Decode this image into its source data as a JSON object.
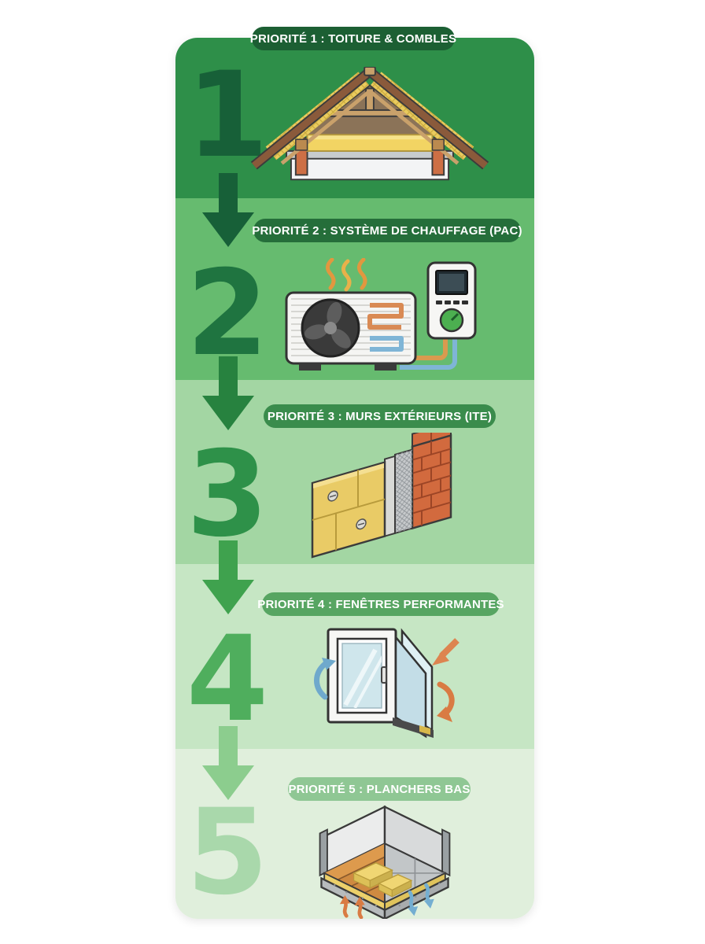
{
  "page": {
    "background_color": "#ffffff"
  },
  "infographic": {
    "description": "Ordre de priorité des travaux de rénovation énergétique",
    "steps": [
      {
        "number": "1",
        "title": "PRIORITÉ 1 : TOITURE & COMBLES",
        "band_color": "#2e8f49",
        "number_color": "#176038",
        "badge_color": "#1c5f33",
        "badge_text_color": "#ffffff",
        "illustration": "roof-attic-insulation"
      },
      {
        "number": "2",
        "title": "PRIORITÉ 2 : SYSTÈME DE CHAUFFAGE (PAC)",
        "band_color": "#66bb6f",
        "number_color": "#1f7440",
        "badge_color": "#256e3a",
        "badge_text_color": "#ffffff",
        "illustration": "heat-pump-system"
      },
      {
        "number": "3",
        "title": "PRIORITÉ 3 : MURS EXTÉRIEURS (ITE)",
        "band_color": "#a3d6a3",
        "number_color": "#2e9149",
        "badge_color": "#3a8c4c",
        "badge_text_color": "#ffffff",
        "illustration": "exterior-wall-insulation"
      },
      {
        "number": "4",
        "title": "PRIORITÉ 4 : FENÊTRES PERFORMANTES",
        "band_color": "#c6e6c4",
        "number_color": "#4fae5d",
        "badge_color": "#57a562",
        "badge_text_color": "#ffffff",
        "illustration": "high-performance-window"
      },
      {
        "number": "5",
        "title": "PRIORITÉ 5 : PLANCHERS BAS",
        "band_color": "#e0efdc",
        "number_color": "#a9d8ab",
        "badge_color": "#8fc794",
        "badge_text_color": "#ffffff",
        "illustration": "floor-insulation"
      }
    ],
    "arrow_colors": [
      "#176038",
      "#27823f",
      "#3fa24e",
      "#8ccd8e"
    ]
  }
}
